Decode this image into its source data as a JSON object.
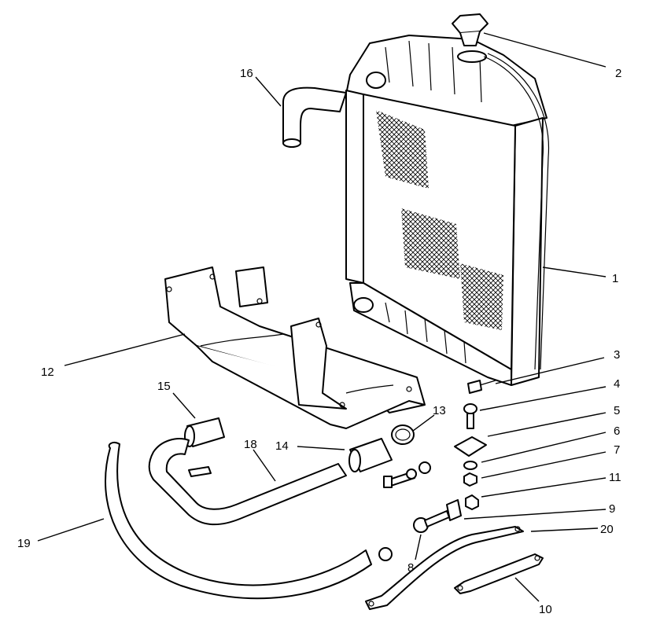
{
  "diagram": {
    "callouts": [
      {
        "id": "1",
        "text": "1"
      },
      {
        "id": "2",
        "text": "2"
      },
      {
        "id": "3",
        "text": "3"
      },
      {
        "id": "4",
        "text": "4"
      },
      {
        "id": "5",
        "text": "5"
      },
      {
        "id": "6",
        "text": "6"
      },
      {
        "id": "7",
        "text": "7"
      },
      {
        "id": "8",
        "text": "8"
      },
      {
        "id": "9",
        "text": "9"
      },
      {
        "id": "10",
        "text": "10"
      },
      {
        "id": "11",
        "text": "11"
      },
      {
        "id": "12",
        "text": "12"
      },
      {
        "id": "13",
        "text": "13"
      },
      {
        "id": "14",
        "text": "14"
      },
      {
        "id": "15",
        "text": "15"
      },
      {
        "id": "16",
        "text": "16"
      },
      {
        "id": "18",
        "text": "18"
      },
      {
        "id": "19",
        "text": "19"
      },
      {
        "id": "20",
        "text": "20"
      }
    ]
  }
}
